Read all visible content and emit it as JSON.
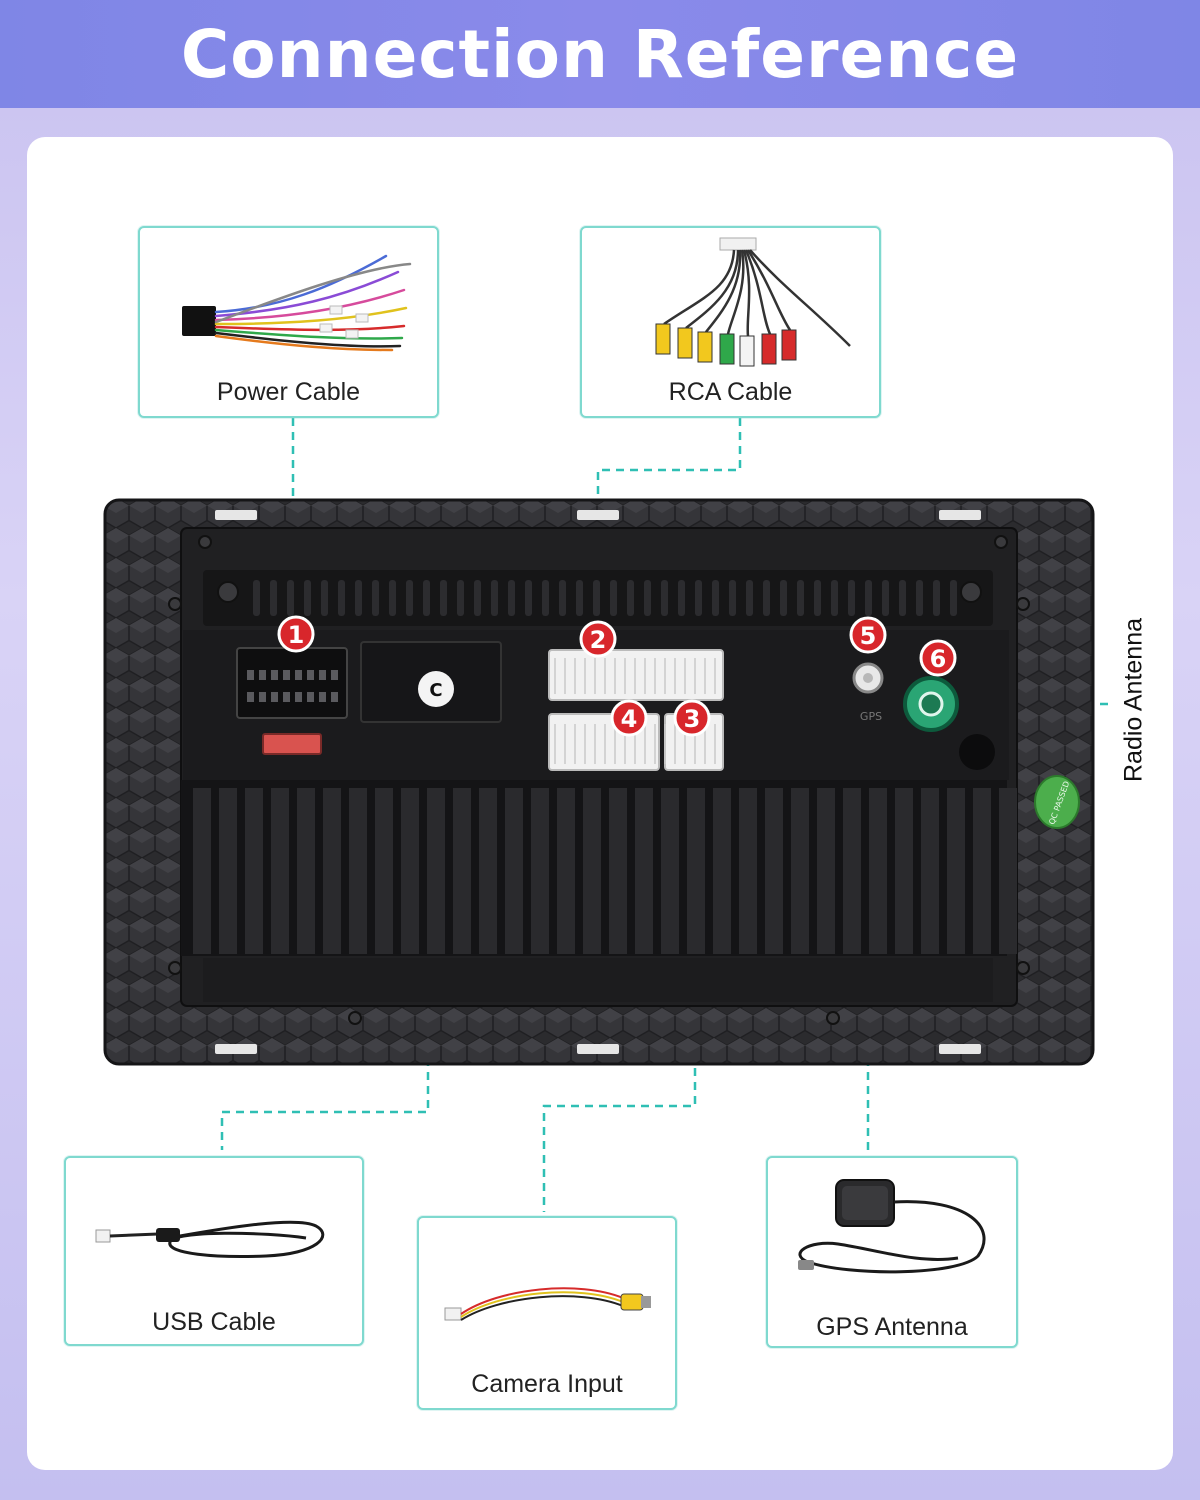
{
  "title": "Connection Reference",
  "cables": {
    "power": "Power Cable",
    "rca": "RCA Cable",
    "usb": "USB Cable",
    "camera": "Camera Input",
    "gps": "GPS Antenna",
    "radio": "Radio Antenna"
  },
  "ports": [
    "1",
    "2",
    "3",
    "4",
    "5",
    "6"
  ],
  "unit_markings": {
    "gps_port": "GPS",
    "passed_sticker": "QC PASSED"
  },
  "colors": {
    "banner": "#8088e6",
    "card_border": "#7fd9cf",
    "leader_line": "#2fbfb4",
    "badge": "#d8262b",
    "device_body": "#2a2a2d"
  }
}
